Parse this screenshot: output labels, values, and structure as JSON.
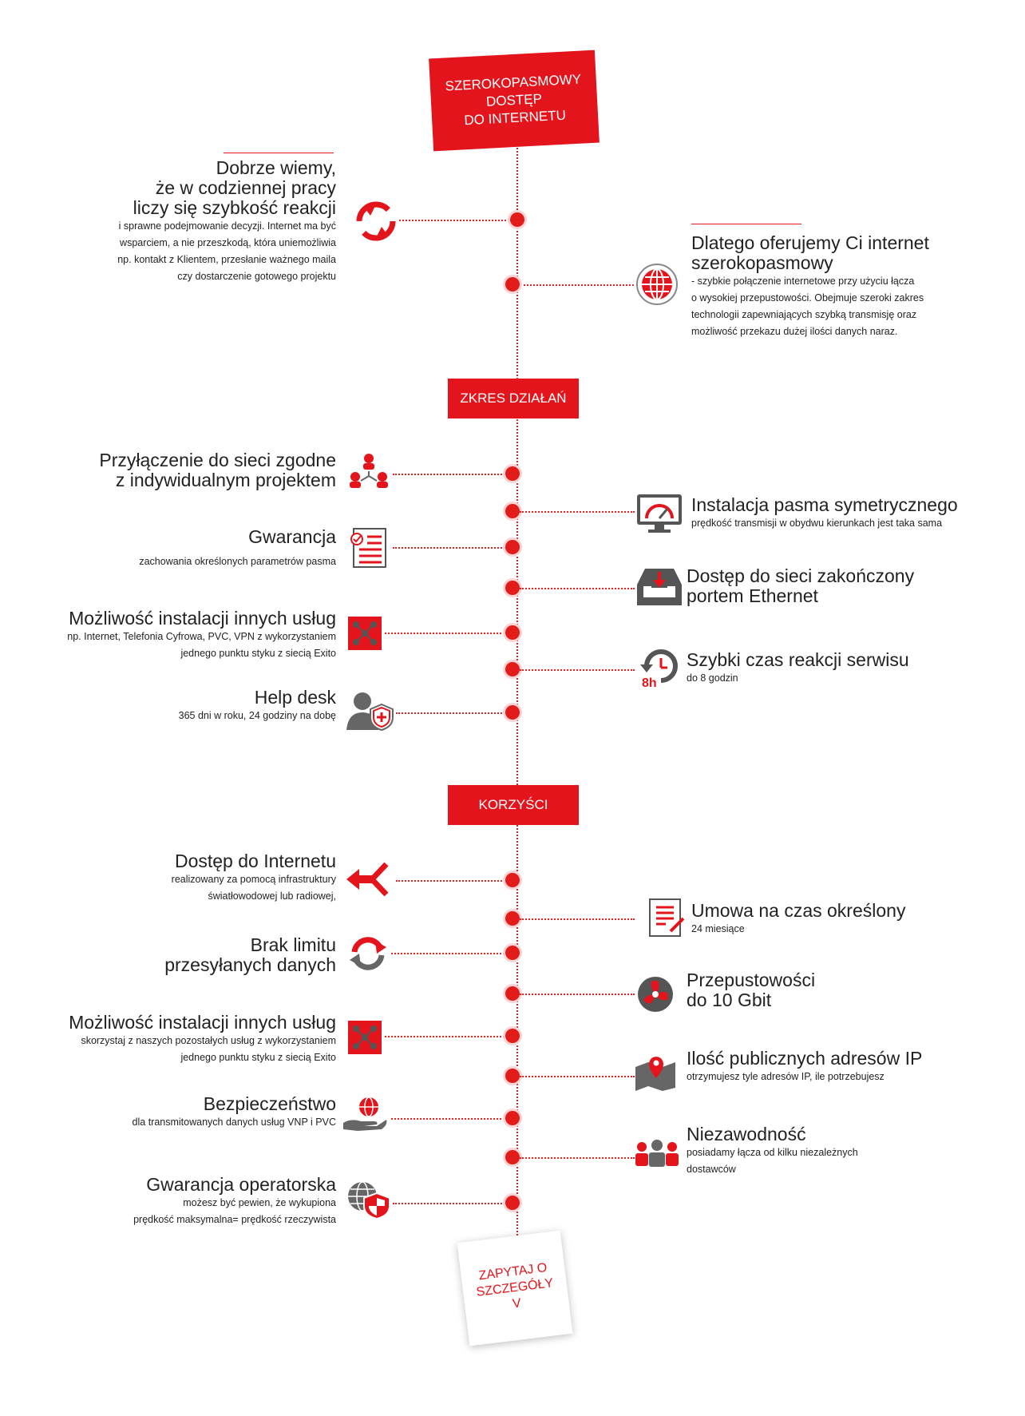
{
  "header": {
    "line1": "SZEROKOPASMOWY",
    "line2": "DOSTĘP",
    "line3": "DO INTERNETU"
  },
  "intro_left": {
    "title1": "Dobrze wiemy,",
    "title2": "że w codziennej pracy",
    "title3": "liczy się szybkość reakcji",
    "body1": "i sprawne podejmowanie decyzji. Internet ma być",
    "body2": "wsparciem,  a nie przeszkodą, która uniemożliwia",
    "body3": "np. kontakt z Klientem, przesłanie ważnego maila",
    "body4": "czy dostarczenie gotowego projektu",
    "icon": "refresh-arrows-icon"
  },
  "intro_right": {
    "title1": "Dlatego oferujemy Ci internet",
    "title2": "szerokopasmowy",
    "body1": "- szybkie połączenie internetowe przy użyciu łącza",
    "body2": "o wysokiej przepustowości. Obejmuje szeroki zakres",
    "body3": "technologii zapewniających szybką transmisję oraz",
    "body4": "możliwość przekazu dużej ilości danych naraz.",
    "icon": "globe-icon"
  },
  "section1": {
    "label": "ZKRES DZIAŁAŃ"
  },
  "scope": {
    "item1": {
      "title1": "Przyłączenie do sieci zgodne",
      "title2": "z indywidualnym projektem",
      "icon": "network-people-icon"
    },
    "item2": {
      "title": "Instalacja pasma symetrycznego",
      "sub": "prędkość transmisji w obydwu kierunkach jest taka sama",
      "icon": "speedometer-monitor-icon"
    },
    "item3": {
      "title": "Gwarancja",
      "sub": "zachowania określonych parametrów pasma",
      "icon": "checklist-icon"
    },
    "item4": {
      "title1": "Dostęp do sieci zakończony",
      "title2": "portem Ethernet",
      "icon": "inbox-download-icon"
    },
    "item5": {
      "title": "Możliwość instalacji innych usług",
      "sub1": "np. Internet, Telefonia Cyfrowa, PVC, VPN z wykorzystaniem",
      "sub2": "jednego punktu styku z siecią Exito",
      "icon": "nodes-icon"
    },
    "item6": {
      "title": "Szybki czas reakcji serwisu",
      "sub": "do 8 godzin",
      "badge": "8h",
      "icon": "clock-8h-icon"
    },
    "item7": {
      "title": "Help desk",
      "sub": "365 dni w roku, 24 godziny na dobę",
      "icon": "user-shield-icon"
    }
  },
  "section2": {
    "label": "KORZYŚCI"
  },
  "benefits": {
    "item1": {
      "title": "Dostęp do Internetu",
      "sub1": "realizowany za pomocą infrastruktury",
      "sub2": "światłowodowej lub radiowej,",
      "icon": "split-arrow-icon"
    },
    "item2": {
      "title": "Umowa na czas określony",
      "sub": "24 miesiące",
      "icon": "contract-icon"
    },
    "item3": {
      "title1": "Brak limitu",
      "title2": "przesyłanych danych",
      "icon": "sync-icon"
    },
    "item4": {
      "title1": "Przepustowości",
      "title2": "do 10 Gbit",
      "icon": "fan-icon"
    },
    "item5": {
      "title": "Możliwość instalacji innych usług",
      "sub1": "skorzystaj z naszych pozostałych usług z wykorzystaniem",
      "sub2": "jednego punktu styku z siecią Exito",
      "icon": "nodes-icon"
    },
    "item6": {
      "title": "Ilość publicznych adresów IP",
      "sub": "otrzymujesz tyle adresów IP, ile potrzebujesz",
      "icon": "map-pin-icon"
    },
    "item7": {
      "title": "Bezpieczeństwo",
      "sub": "dla transmitowanych danych usług VNP i PVC",
      "icon": "hand-globe-icon"
    },
    "item8": {
      "title": "Niezawodność",
      "sub1": "posiadamy łącza od kilku niezależnych",
      "sub2": "dostawców",
      "icon": "people-group-icon"
    },
    "item9": {
      "title": "Gwarancja operatorska",
      "sub1": "możesz być pewien, że wykupiona",
      "sub2": "prędkość maksymalna= prędkość rzeczywista",
      "icon": "globe-shield-icon"
    }
  },
  "cta": {
    "line1": "ZAPYTAJ O",
    "line2": "SZCZEGÓŁY",
    "arrow": "V"
  },
  "colors": {
    "accent": "#e3141b",
    "text": "#222222",
    "icon_gray": "#6b6b6b"
  }
}
